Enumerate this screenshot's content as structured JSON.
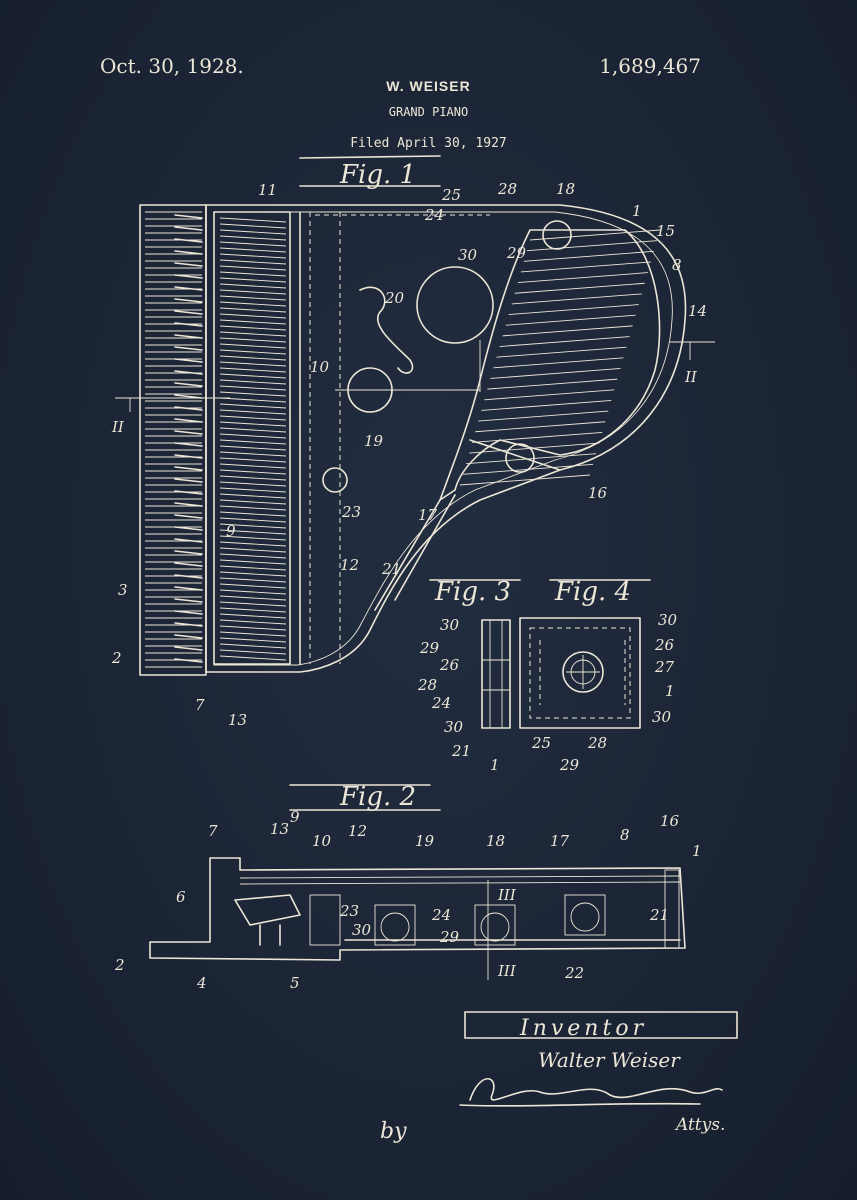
{
  "header": {
    "date": "Oct. 30, 1928.",
    "patent_number": "1,689,467",
    "inventor": "W. WEISER",
    "subject": "GRAND PIANO",
    "filed": "Filed April 30, 1927"
  },
  "figures": {
    "fig1": "Fig. 1",
    "fig2": "Fig. 2",
    "fig3": "Fig. 3",
    "fig4": "Fig. 4"
  },
  "section_marks": {
    "left": "II",
    "right": "II",
    "top": "III",
    "bottom": "III"
  },
  "fig1_labels": [
    "11",
    "25",
    "28",
    "18",
    "1",
    "15",
    "8",
    "14",
    "20",
    "10",
    "19",
    "23",
    "17",
    "9",
    "12",
    "21",
    "3",
    "2",
    "7",
    "13",
    "16",
    "24",
    "30",
    "29"
  ],
  "fig34_labels": [
    "30",
    "29",
    "26",
    "28",
    "24",
    "30",
    "21",
    "25",
    "1",
    "30",
    "26",
    "27",
    "1",
    "30",
    "28",
    "29"
  ],
  "fig2_labels": [
    "7",
    "13",
    "9",
    "10",
    "12",
    "19",
    "18",
    "17",
    "8",
    "16",
    "1",
    "6",
    "23",
    "24",
    "30",
    "29",
    "21",
    "2",
    "4",
    "5",
    "22"
  ],
  "signature": {
    "heading": "Inventor",
    "name": "Walter Weiser",
    "attorney": "Attys.",
    "by": "by"
  }
}
